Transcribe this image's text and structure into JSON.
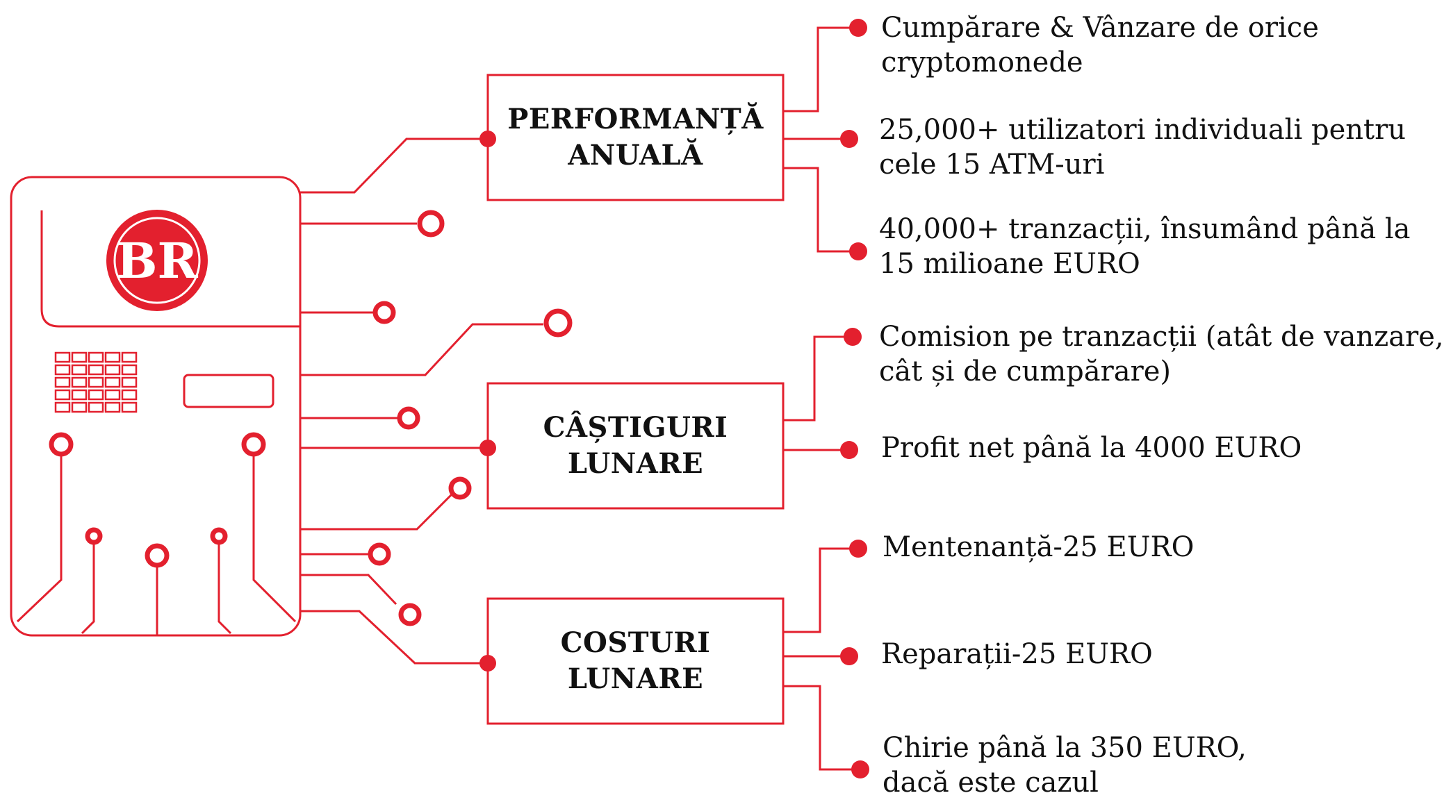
{
  "colors": {
    "accent": "#e3202e",
    "text": "#111111"
  },
  "logo": {
    "text": "BR",
    "icon": "bitcoin-br-logo"
  },
  "boxes": [
    {
      "key": "annual",
      "lines": [
        "PERFORMANȚĂ",
        "ANUALĂ"
      ]
    },
    {
      "key": "monthly-earnings",
      "lines": [
        "CÂȘTIGURI",
        "LUNARE"
      ]
    },
    {
      "key": "monthly-costs",
      "lines": [
        "COSTURI",
        "LUNARE"
      ]
    }
  ],
  "bullets": {
    "annual": [
      [
        "Cumpărare & Vânzare de orice",
        "cryptomonede"
      ],
      [
        "25,000+ utilizatori individuali pentru",
        "cele 15 ATM-uri"
      ],
      [
        "40,000+ tranzacții, însumând până la",
        "15 milioane EURO"
      ]
    ],
    "monthly-earnings": [
      [
        "Comision pe tranzacții (atât de vanzare,",
        "cât și de cumpărare)"
      ],
      [
        "Profit net până la 4000 EURO"
      ]
    ],
    "monthly-costs": [
      [
        "Mentenanță-25 EURO"
      ],
      [
        "Reparații-25 EURO"
      ],
      [
        "Chirie până la 350 EURO,",
        "dacă este cazul"
      ]
    ]
  }
}
